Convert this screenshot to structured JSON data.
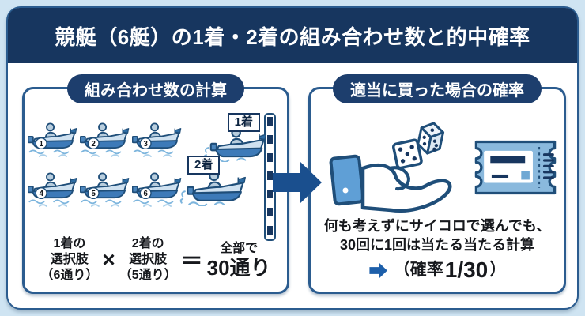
{
  "title": "競艇（6艇）の1着・2着の組み合わせ数と的中確率",
  "left_panel": {
    "badge": "組み合わせ数の計算",
    "boats": [
      "1",
      "2",
      "3",
      "4",
      "5",
      "6"
    ],
    "race": {
      "first": "1着",
      "second": "2着"
    },
    "formula": {
      "first": {
        "line1": "1着の",
        "line2": "選択肢",
        "line3": "（6通り）"
      },
      "multiply": "×",
      "second": {
        "line1": "2着の",
        "line2": "選択肢",
        "line3": "（5通り）"
      },
      "equals": "＝",
      "result": {
        "line1": "全部で",
        "line2": "30通り"
      }
    }
  },
  "right_panel": {
    "badge": "適当に買った場合の確率",
    "caption_line1": "何も考えずにサイコロで選んでも、",
    "caption_line2": "30回に1回は当たる当たる計算",
    "prob_open": "（確率",
    "prob_value": "1/30",
    "prob_close": "）"
  },
  "icons": {
    "boat": "boat-icon",
    "finish_line": "finish-line-icon",
    "arrow_right": "arrow-right-icon",
    "hand": "hand-icon",
    "dice": "dice-icon",
    "ticket": "ticket-icon"
  },
  "colors": {
    "background": "#cfe4f2",
    "banner_navy": "#17365f",
    "badge_navy": "#1d3e6d",
    "panel_border": "#2b5c8f",
    "arrow_blue": "#1a4f8e",
    "boat_blue": "#3d7ab8",
    "outline_navy": "#1f4e79",
    "ticket_blue": "#8ab9dd",
    "text_dark": "#16181c"
  }
}
